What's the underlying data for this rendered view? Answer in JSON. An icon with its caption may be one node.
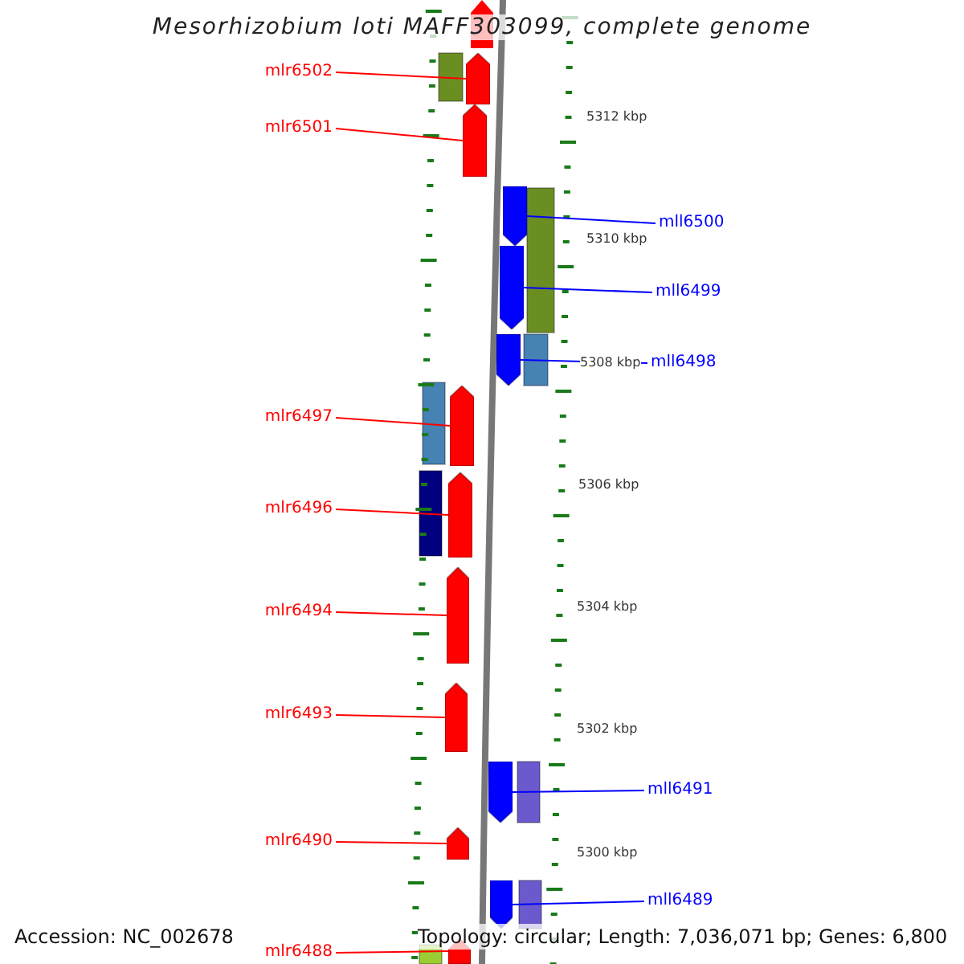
{
  "diagram": {
    "title": "Mesorhizobium loti MAFF303099, complete genome",
    "nodes": [
      {
        "text": [
          "mlr6502"
        ]
      },
      {
        "text": [],
        "shape": "bar"
      },
      {
        "text": [
          "mlr6501"
        ]
      },
      {
        "text": [],
        "shape": "bar"
      },
      {
        "text": [
          "mll6500"
        ]
      },
      {
        "text": [],
        "shape": "bar"
      },
      {
        "text": [
          "mll6499"
        ]
      },
      {
        "text": [],
        "shape": "bar"
      },
      {
        "text": [
          "mll6498"
        ]
      },
      {
        "text": [],
        "shape": "bar"
      },
      {
        "text": [
          "mlr6497"
        ]
      },
      {
        "text": [],
        "shape": "bar"
      },
      {
        "text": [
          "mlr6496"
        ]
      },
      {
        "text": [],
        "shape": "bar"
      },
      {
        "text": [
          "mlr6494"
        ]
      },
      {
        "text": [],
        "shape": "bar"
      },
      {
        "text": [
          "mlr6493"
        ]
      },
      {
        "text": [],
        "shape": "bar"
      },
      {
        "text": [
          "mll6491"
        ]
      },
      {
        "text": [],
        "shape": "bar"
      },
      {
        "text": [
          "mlr6490"
        ]
      },
      {
        "text": [],
        "shape": "bar"
      },
      {
        "text": [
          "mll6489"
        ]
      },
      {
        "text": [],
        "shape": "bar"
      },
      {
        "text": [
          "mlr6488"
        ]
      },
      {
        "text": [],
        "shape": "bar"
      }
    ],
    "edges": [
      {
        "from": 0,
        "to": 1,
        "arrow": "none"
      },
      {
        "from": 2,
        "to": 3,
        "arrow": "none"
      },
      {
        "from": 4,
        "to": 5,
        "arrow": "none",
        "color": "#0000ff"
      },
      {
        "from": 6,
        "to": 7,
        "arrow": "none",
        "color": "#0000ff"
      },
      {
        "from": 8,
        "to": 9,
        "arrow": "none",
        "color": "#0000ff"
      },
      {
        "from": 10,
        "to": 11,
        "arrow": "none"
      },
      {
        "from": 12,
        "to": 13,
        "arrow": "none"
      },
      {
        "from": 14,
        "to": 15,
        "arrow": "none"
      },
      {
        "from": 16,
        "to": 17,
        "arrow": "none"
      },
      {
        "from": 18,
        "to": 19,
        "arrow": "none",
        "color": "#0000ff"
      },
      {
        "from": 20,
        "to": 21,
        "arrow": "none"
      },
      {
        "from": 22,
        "to": 23,
        "arrow": "none",
        "color": "#0000ff"
      },
      {
        "from": 24,
        "to": 25,
        "arrow": "none"
      }
    ],
    "labels": [
      "5312 kbp",
      "5310 kbp",
      "5308 kbp",
      "5306 kbp",
      "5304 kbp",
      "5302 kbp",
      "5300 kbp",
      "Accession: NC_002678",
      "Topology: circular; Length: 7,036,071 bp; Genes: 6,800"
    ]
  }
}
